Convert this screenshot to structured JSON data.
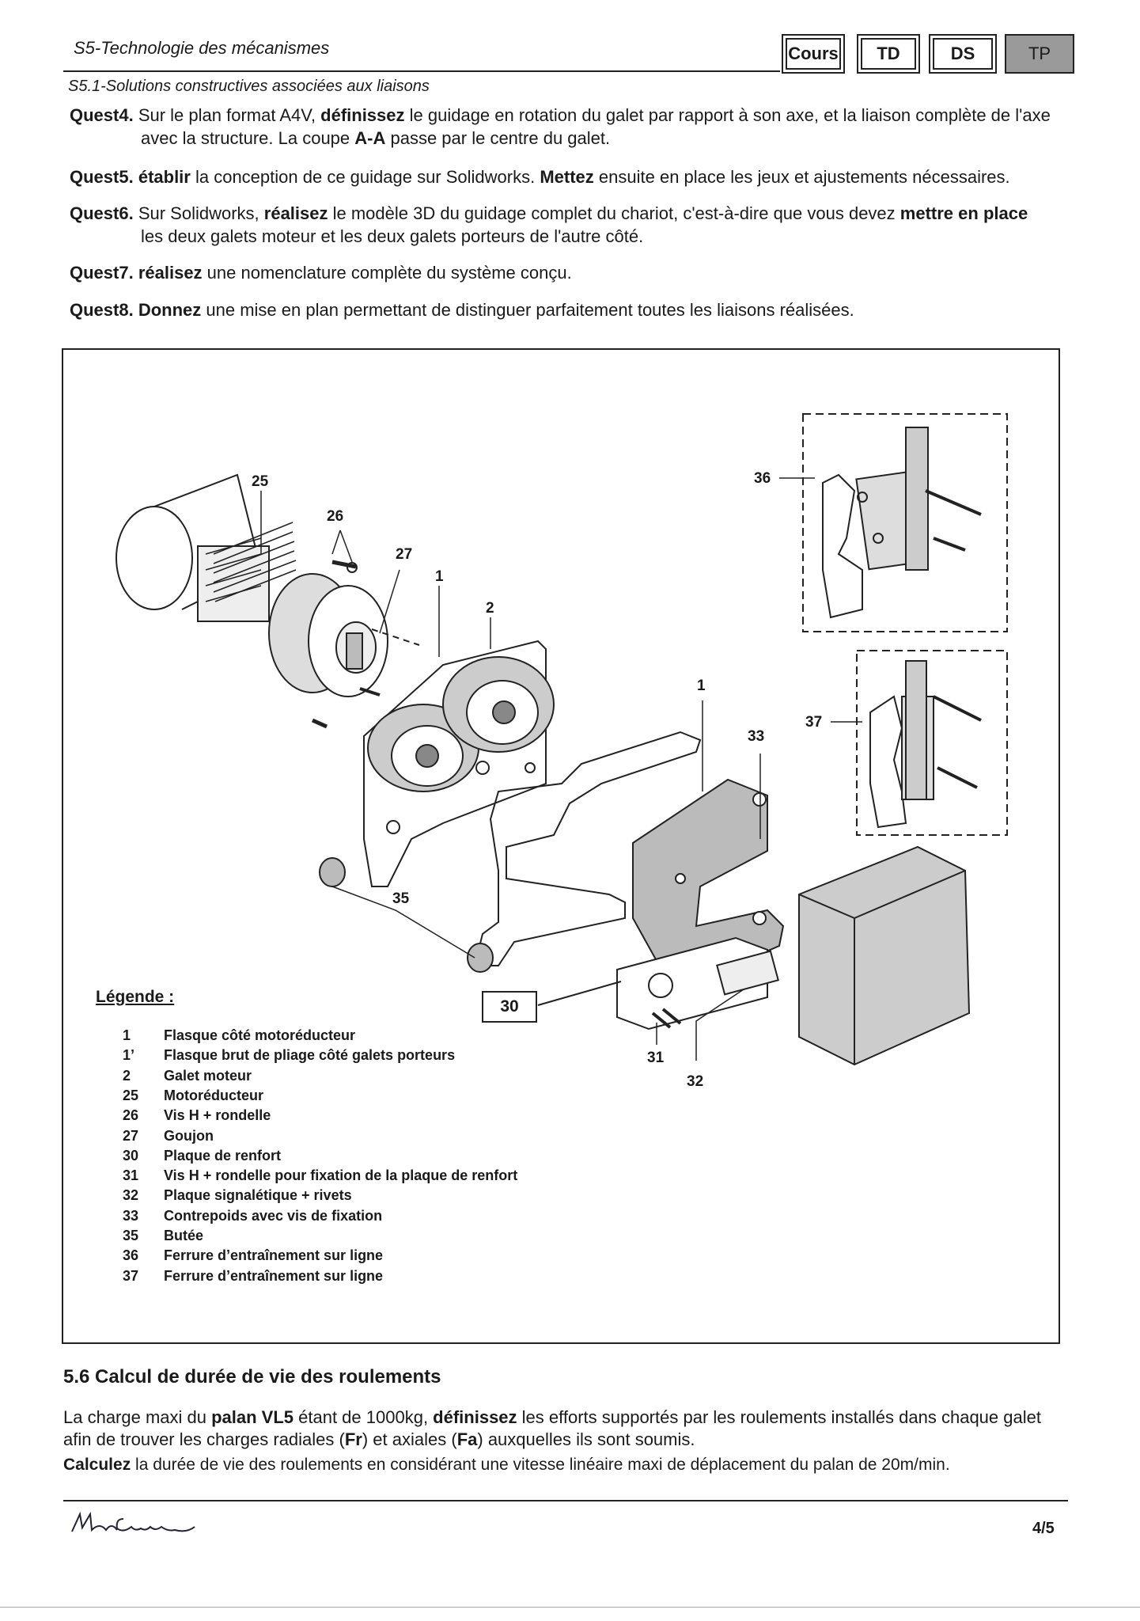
{
  "header": {
    "title": "S5-Technologie des mécanismes",
    "subtitle": "S5.1-Solutions constructives associées aux liaisons",
    "tabs": [
      "Cours",
      "TD",
      "DS",
      "TP"
    ]
  },
  "questions": [
    {
      "label": "Quest4.",
      "parts": [
        " Sur le plan format A4V, ",
        "définissez",
        " le guidage en rotation du galet par rapport à son axe, et la liaison complète de l'axe"
      ],
      "cont": [
        "avec la structure. La coupe ",
        "A-A",
        " passe par le centre du galet."
      ]
    },
    {
      "label": "Quest5.",
      "parts": [
        " ",
        "établir",
        " la conception de ce guidage sur Solidworks. ",
        "Mettez",
        " ensuite en place les jeux et ajustements nécessaires."
      ]
    },
    {
      "label": "Quest6.",
      "parts": [
        " Sur Solidworks, ",
        "réalisez",
        " le modèle 3D du guidage complet du chariot, c'est-à-dire que vous devez ",
        "mettre en place"
      ],
      "cont": [
        "les deux galets moteur et les deux galets porteurs de l'autre côté."
      ]
    },
    {
      "label": "Quest7.",
      "parts": [
        " ",
        "réalisez",
        " une nomenclature complète du système conçu."
      ]
    },
    {
      "label": "Quest8.",
      "parts": [
        " ",
        "Donnez",
        " une mise en plan permettant de distinguer parfaitement toutes les liaisons réalisées."
      ]
    }
  ],
  "figure": {
    "callouts": [
      "25",
      "26",
      "27",
      "1",
      "2",
      "36",
      "37",
      "1",
      "33",
      "35",
      "30",
      "31",
      "32"
    ],
    "legend_title": "Légende :",
    "legend": [
      {
        "n": "1",
        "t": "Flasque côté motoréducteur"
      },
      {
        "n": "1’",
        "t": "Flasque brut de pliage côté galets porteurs"
      },
      {
        "n": "2",
        "t": "Galet moteur"
      },
      {
        "n": "25",
        "t": "Motoréducteur"
      },
      {
        "n": "26",
        "t": "Vis H + rondelle"
      },
      {
        "n": "27",
        "t": "Goujon"
      },
      {
        "n": "30",
        "t": "Plaque de renfort"
      },
      {
        "n": "31",
        "t": "Vis H + rondelle pour fixation de la plaque de renfort"
      },
      {
        "n": "32",
        "t": "Plaque signalétique + rivets"
      },
      {
        "n": "33",
        "t": "Contrepoids avec vis de fixation"
      },
      {
        "n": "35",
        "t": "Butée"
      },
      {
        "n": "36",
        "t": "Ferrure d’entraînement sur ligne"
      },
      {
        "n": "37",
        "t": "Ferrure d’entraînement sur ligne"
      }
    ]
  },
  "section": {
    "title": "5.6  Calcul de durée de vie des roulements",
    "p1": [
      "La charge maxi du ",
      "palan VL5",
      " étant de 1000kg, ",
      "définissez",
      " les efforts supportés par les roulements installés dans chaque galet"
    ],
    "p1b": [
      "afin de trouver les charges radiales (",
      "Fr",
      ") et axiales (",
      "Fa",
      ") auxquelles ils sont soumis."
    ],
    "p2": [
      "Calculez",
      " la durée de vie des roulements en considérant une vitesse linéaire maxi de déplacement du palan de 20m/min."
    ]
  },
  "footer": {
    "page": "4/5",
    "signature": "Marie Curie"
  }
}
